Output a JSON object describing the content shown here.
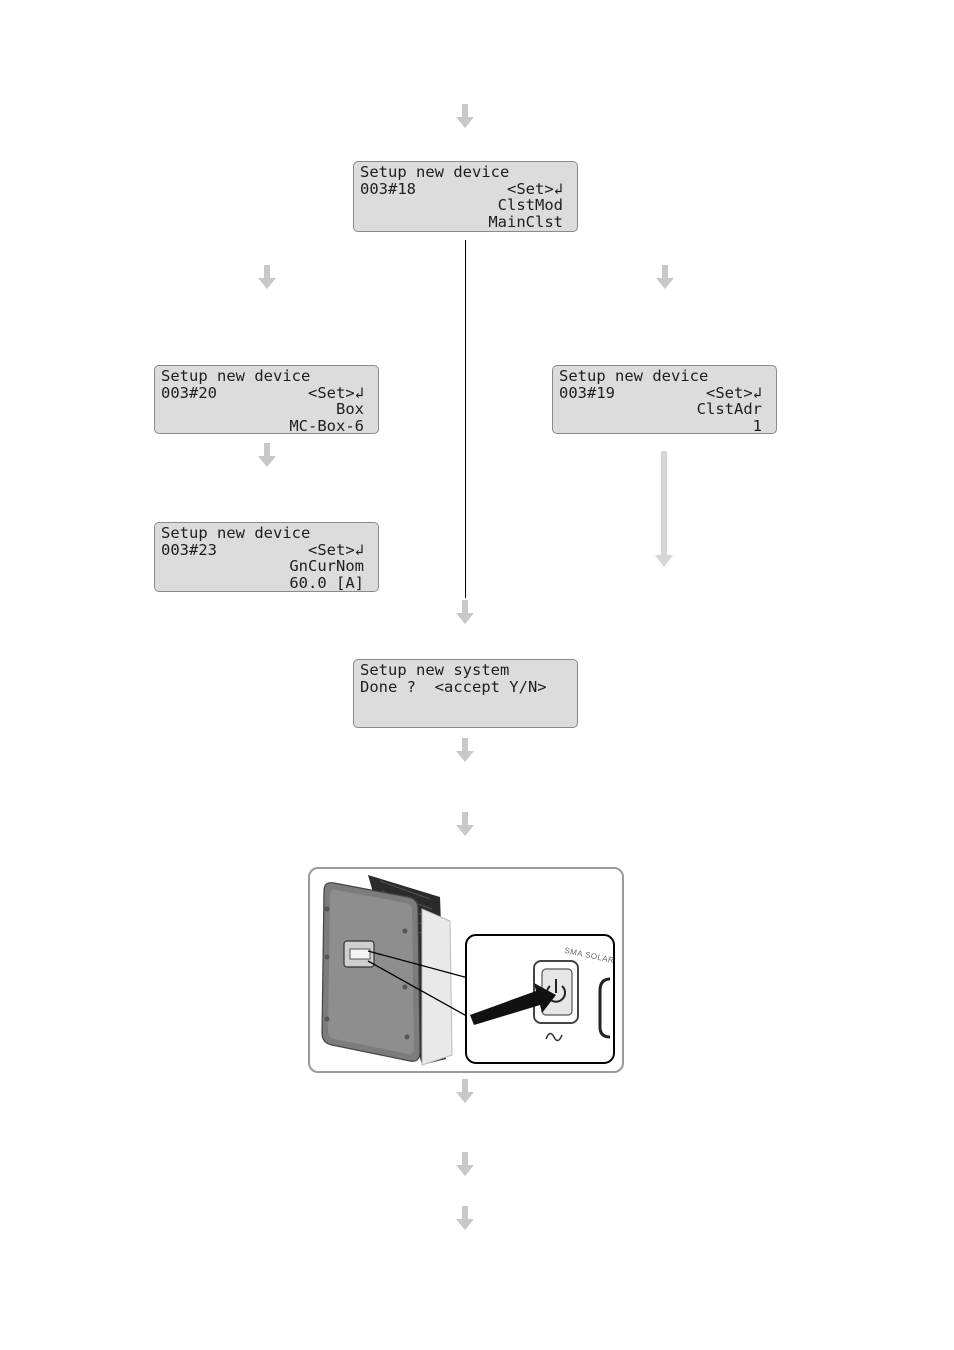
{
  "screens": {
    "s18": {
      "line1": "Setup new device",
      "line2_left": "003#18",
      "line2_right": "<Set>↲",
      "line3": "ClstMod",
      "line4": "MainClst"
    },
    "s20": {
      "line1": "Setup new device",
      "line2_left": "003#20",
      "line2_right": "<Set>↲",
      "line3": "Box",
      "line4": "MC-Box-6"
    },
    "s23": {
      "line1": "Setup new device",
      "line2_left": "003#23",
      "line2_right": "<Set>↲",
      "line3": "GnCurNom",
      "line4": "60.0 [A]"
    },
    "s19": {
      "line1": "Setup new device",
      "line2_left": "003#19",
      "line2_right": "<Set>↲",
      "line3": "ClstAdr",
      "line4": "1"
    },
    "done": {
      "line1": "Setup new system",
      "line2": "Done ?  <accept Y/N>"
    }
  },
  "device_photo": {
    "brand_label": "SMA SOLAR"
  },
  "colors": {
    "arrow": "#c8c8c8",
    "lcd_bg": "#dcdcdc",
    "lcd_border": "#8a8a8a",
    "photo_border": "#9a9a9a"
  }
}
